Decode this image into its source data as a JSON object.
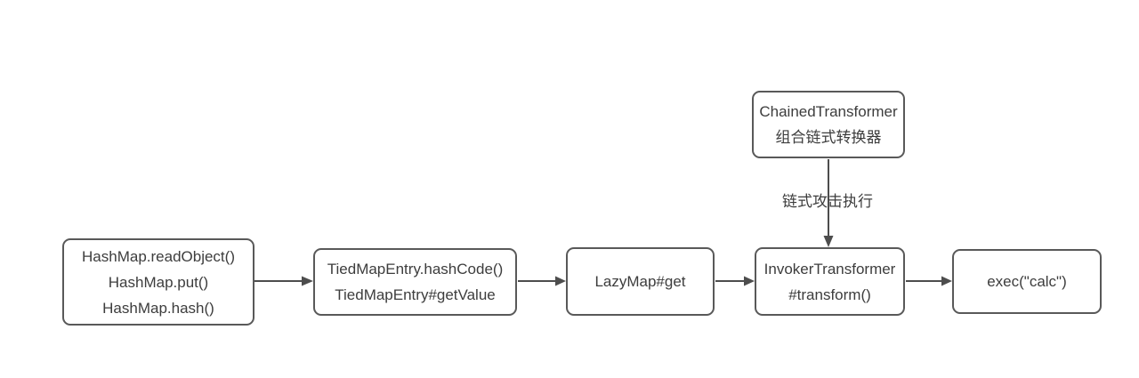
{
  "diagram": {
    "title_hint": "Java deserialization gadget chain flowchart",
    "nodes": {
      "hashmap": {
        "lines": [
          "HashMap.readObject()",
          "HashMap.put()",
          "HashMap.hash()"
        ]
      },
      "tiedmapentry": {
        "lines": [
          "TiedMapEntry.hashCode()",
          "TiedMapEntry#getValue"
        ]
      },
      "lazymap": {
        "lines": [
          "LazyMap#get"
        ]
      },
      "chainedtransformer": {
        "lines": [
          "ChainedTransformer",
          "组合链式转换器"
        ]
      },
      "invokertransformer": {
        "lines": [
          "InvokerTransformer",
          "#transform()"
        ]
      },
      "exec": {
        "lines": [
          "exec(\"calc\")"
        ]
      }
    },
    "edges": {
      "chained_to_invoker_label": "链式攻击执行"
    },
    "colors": {
      "background": "#ffffff",
      "node_fill": "#ffffff",
      "node_border": "#595959",
      "arrow": "#4d4d4d",
      "text": "#3d3d3d"
    }
  }
}
